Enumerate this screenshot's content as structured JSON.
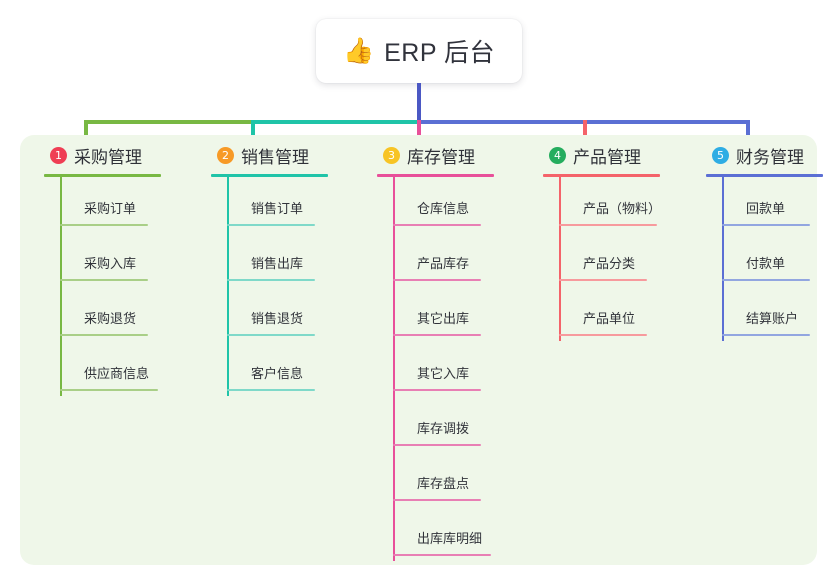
{
  "root": {
    "icon": "thumbs-up-icon",
    "emoji": "👍",
    "title": "ERP 后台"
  },
  "colors": {
    "panel_bg": "#eff7e9",
    "root_line": "#4b58c4",
    "branch_green": "#78b843",
    "branch_teal": "#1fc4a8",
    "branch_pink": "#e8509a",
    "branch_red": "#f4636a",
    "branch_blue": "#5b6fd4",
    "badge_1": "#ef3e54",
    "badge_2": "#f79a26",
    "badge_3": "#f7c425",
    "badge_4": "#25ad5e",
    "badge_5": "#2eade4"
  },
  "columns": [
    {
      "number": "1",
      "title": "采购管理",
      "badge_color": "#ef3e54",
      "line_color": "#78b843",
      "item_line_color": "#a9cf87",
      "items": [
        {
          "label": "采购订单"
        },
        {
          "label": "采购入库"
        },
        {
          "label": "采购退货"
        },
        {
          "label": "供应商信息"
        }
      ]
    },
    {
      "number": "2",
      "title": "销售管理",
      "badge_color": "#f79a26",
      "line_color": "#1fc4a8",
      "item_line_color": "#7fd9c9",
      "items": [
        {
          "label": "销售订单"
        },
        {
          "label": "销售出库"
        },
        {
          "label": "销售退货"
        },
        {
          "label": "客户信息"
        }
      ]
    },
    {
      "number": "3",
      "title": "库存管理",
      "badge_color": "#f7c425",
      "line_color": "#e8509a",
      "item_line_color": "#e87fb4",
      "items": [
        {
          "label": "仓库信息"
        },
        {
          "label": "产品库存"
        },
        {
          "label": "其它出库"
        },
        {
          "label": "其它入库"
        },
        {
          "label": "库存调拨"
        },
        {
          "label": "库存盘点"
        },
        {
          "label": "出库库明细"
        }
      ]
    },
    {
      "number": "4",
      "title": "产品管理",
      "badge_color": "#25ad5e",
      "line_color": "#f4636a",
      "item_line_color": "#f79a9d",
      "items": [
        {
          "label": "产品（物料）"
        },
        {
          "label": "产品分类"
        },
        {
          "label": "产品单位"
        }
      ]
    },
    {
      "number": "5",
      "title": "财务管理",
      "badge_color": "#2eade4",
      "line_color": "#5b6fd4",
      "item_line_color": "#92a6e0",
      "items": [
        {
          "label": "回款单"
        },
        {
          "label": "付款单"
        },
        {
          "label": "结算账户"
        }
      ]
    }
  ]
}
